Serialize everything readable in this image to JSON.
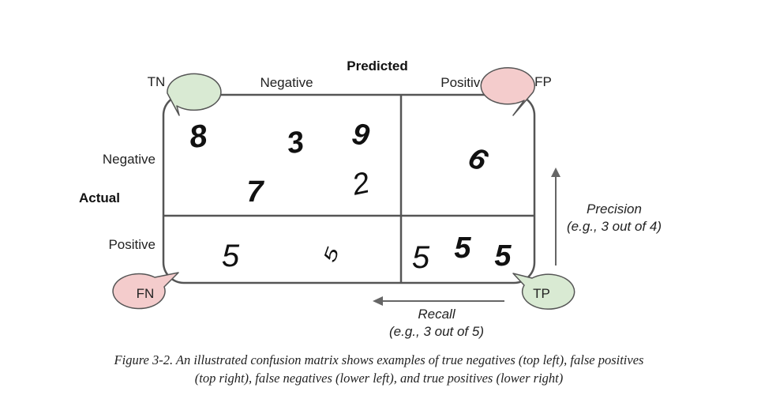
{
  "header": {
    "predicted": "Predicted",
    "actual": "Actual"
  },
  "columns": {
    "negative": "Negative",
    "positive": "Positive"
  },
  "rows": {
    "negative": "Negative",
    "positive": "Positive"
  },
  "bubbles": {
    "tn": "TN",
    "fp": "FP",
    "fn": "FN",
    "tp": "TP"
  },
  "cells": {
    "tn_digits": [
      "8",
      "3",
      "9",
      "7",
      "2"
    ],
    "fp_digits": [
      "6"
    ],
    "fn_digits": [
      "5",
      "5"
    ],
    "tp_digits": [
      "5",
      "5",
      "5"
    ]
  },
  "precision": {
    "label": "Precision",
    "example": "(e.g., 3 out of 4)"
  },
  "recall": {
    "label": "Recall",
    "example": "(e.g., 3 out of 5)"
  },
  "caption": {
    "line1": "Figure 3-2. An illustrated confusion matrix shows examples of true negatives (top left), false positives",
    "line2": "(top right), false negatives (lower left), and true positives (lower right)"
  },
  "colors": {
    "positive_bubble": "#f4cccc",
    "negative_bubble": "#d9ead3",
    "frame": "#555555",
    "arrow": "#666666",
    "ink": "#111111"
  }
}
